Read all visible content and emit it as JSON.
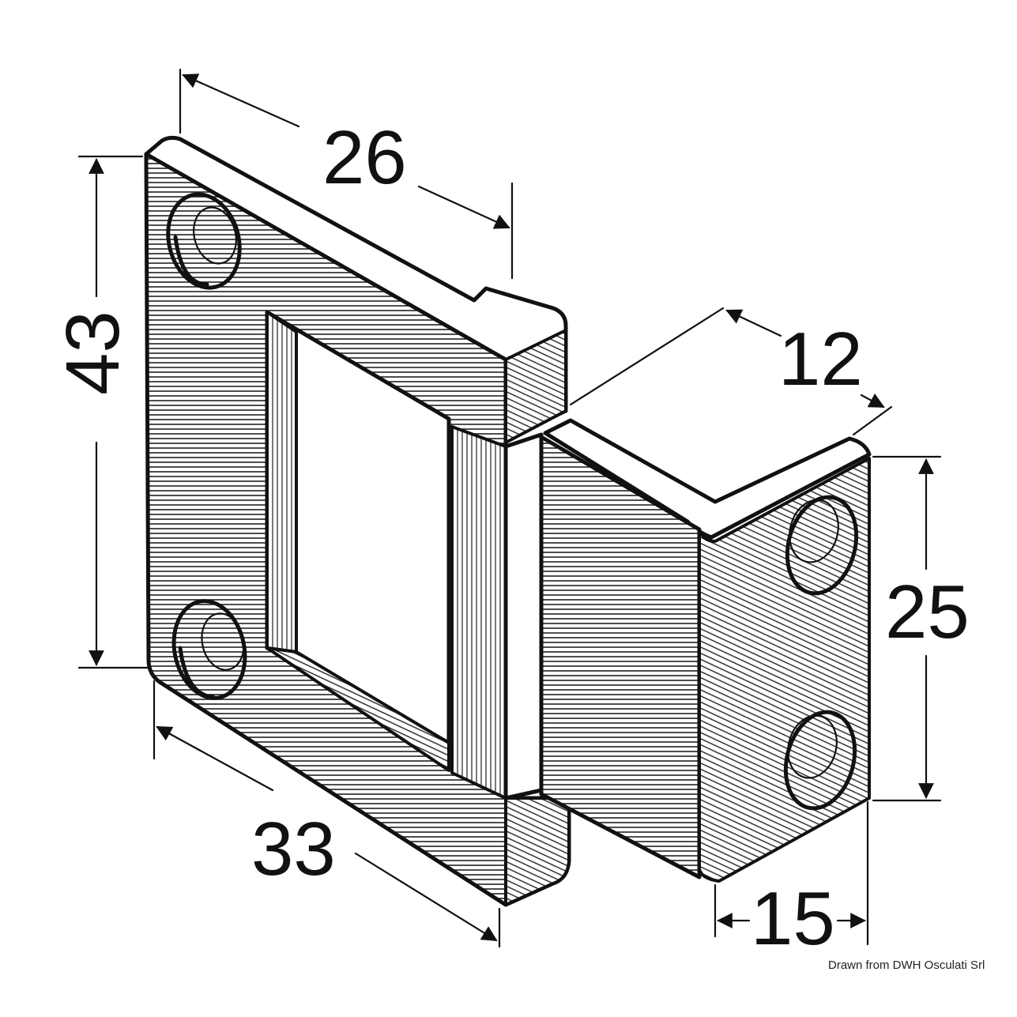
{
  "dimensions": {
    "top_width": "26",
    "left_height": "43",
    "right_depth": "12",
    "right_height": "25",
    "bottom_length": "33",
    "bottom_right_width": "15"
  },
  "credit": "Drawn from DWH Osculati Srl",
  "colors": {
    "ink": "#111111",
    "background": "#ffffff"
  }
}
